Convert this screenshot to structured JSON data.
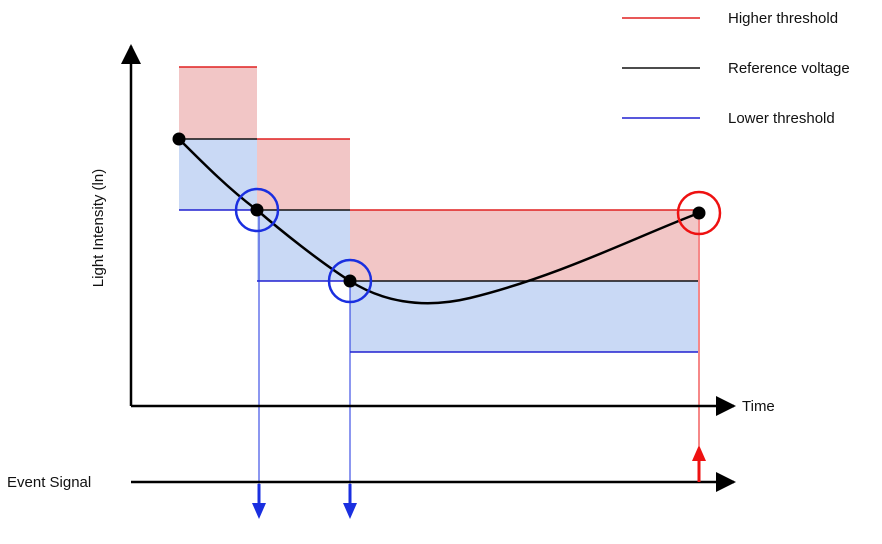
{
  "diagram": {
    "y_axis_label": "Light Intensity (ln)",
    "x_axis_label": "Time",
    "event_axis_label": "Event Signal"
  },
  "legend": {
    "items": [
      {
        "label": "Higher threshold",
        "color": "#e02020"
      },
      {
        "label": "Reference voltage",
        "color": "#111111"
      },
      {
        "label": "Lower threshold",
        "color": "#2020d0"
      }
    ]
  },
  "colors": {
    "higher_band": "#f2c6c6",
    "lower_band": "#c9d9f5",
    "off_event": "#1a2fe0",
    "on_event": "#ee1111",
    "axis": "#000000"
  }
}
